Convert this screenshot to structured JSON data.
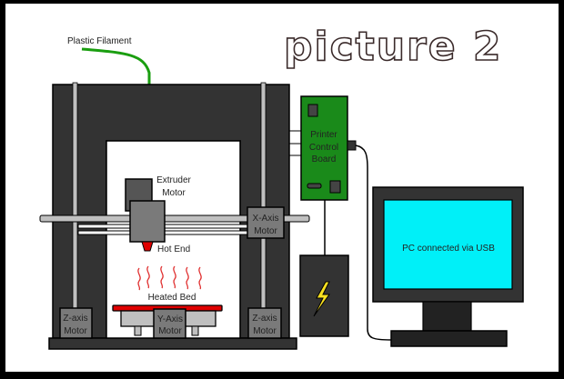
{
  "title": "picture 2",
  "labels": {
    "filament": "Plastic Filament",
    "extruder_motor_line1": "Extruder",
    "extruder_motor_line2": "Motor",
    "hot_end": "Hot End",
    "heated_bed": "Heated Bed",
    "x_axis_motor_line1": "X-Axis",
    "x_axis_motor_line2": "Motor",
    "z_axis_motor_left_line1": "Z-axis",
    "z_axis_motor_left_line2": "Motor",
    "z_axis_motor_right_line1": "Z-axis",
    "z_axis_motor_right_line2": "Motor",
    "y_axis_motor_line1": "Y-Axis",
    "y_axis_motor_line2": "Motor",
    "board_line1": "Printer",
    "board_line2": "Control",
    "board_line3": "Board",
    "pc_screen": "PC connected via USB"
  },
  "colors": {
    "frame": "#333333",
    "rod": "#c0c0c0",
    "filament": "#1a9e10",
    "board": "#1a8a1a",
    "screen": "#00f0f8",
    "heat_waves": "#e03030",
    "bed": "#e00000",
    "bolt": "#f8e020",
    "motor": "#7a7a7a"
  }
}
